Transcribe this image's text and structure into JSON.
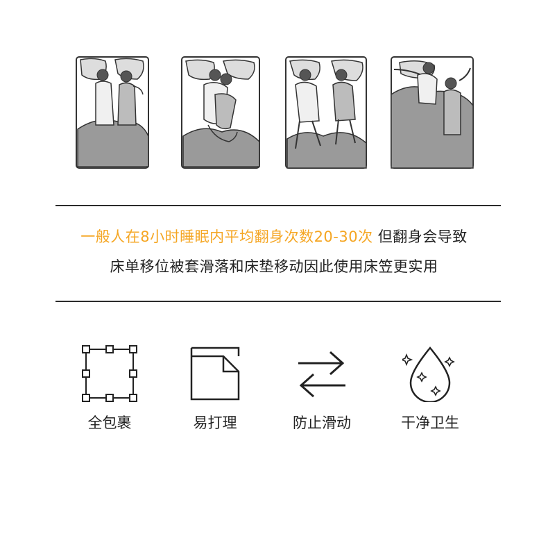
{
  "illustrations": [
    {
      "icon": "couple-sleeping-side-by-side-illustration"
    },
    {
      "icon": "couple-sleeping-hugging-illustration"
    },
    {
      "icon": "couple-sleeping-apart-illustration"
    },
    {
      "icon": "couple-sleeping-sprawled-illustration"
    }
  ],
  "caption": {
    "highlight": "一般人在8小时睡眠内平均翻身次数20-30次",
    "rest_line1": " 但翻身会导致",
    "line2": "床单移位被套滑落和床垫移动因此使用床笠更实用"
  },
  "features": [
    {
      "label": "全包裹",
      "icon": "full-wrap-icon"
    },
    {
      "label": "易打理",
      "icon": "easy-care-icon"
    },
    {
      "label": "防止滑动",
      "icon": "anti-slip-arrows-icon"
    },
    {
      "label": "干净卫生",
      "icon": "clean-droplet-icon"
    }
  ],
  "colors": {
    "highlight": "#f5a623",
    "text": "#222222",
    "rule": "#2b2b2b"
  }
}
